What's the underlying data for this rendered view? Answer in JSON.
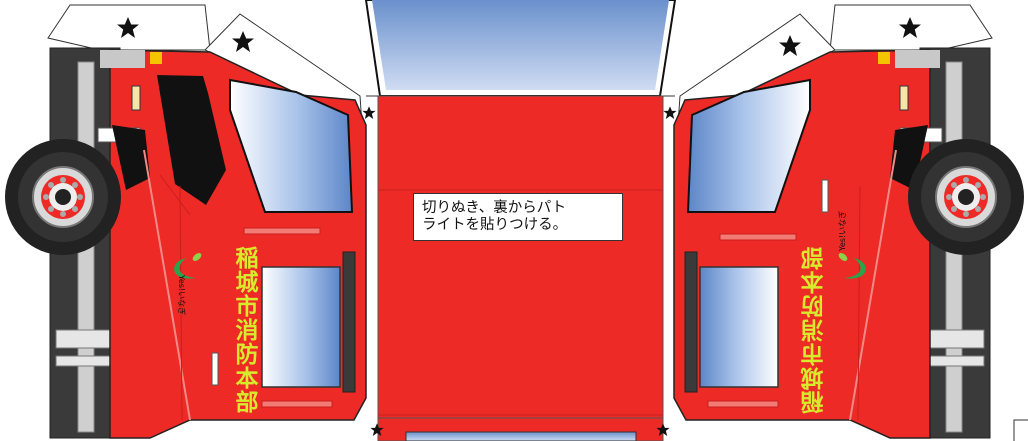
{
  "instruction": {
    "line1": "切りぬき、裏からパト",
    "line2": "ライトを貼りつける。"
  },
  "door_lettering": "稲城市消防本部",
  "logo_text": "Yes!いなぎ",
  "colors": {
    "body_red": "#ee2a27",
    "dark_gray": "#333333",
    "window_blue": "#8bb0e0",
    "lettering_yellow": "#d8ea2c",
    "logo_green": "#2aa34a",
    "amber": "#f5c400"
  },
  "icons": [
    "star-icon",
    "wheel-icon",
    "logo-swoosh-icon"
  ]
}
